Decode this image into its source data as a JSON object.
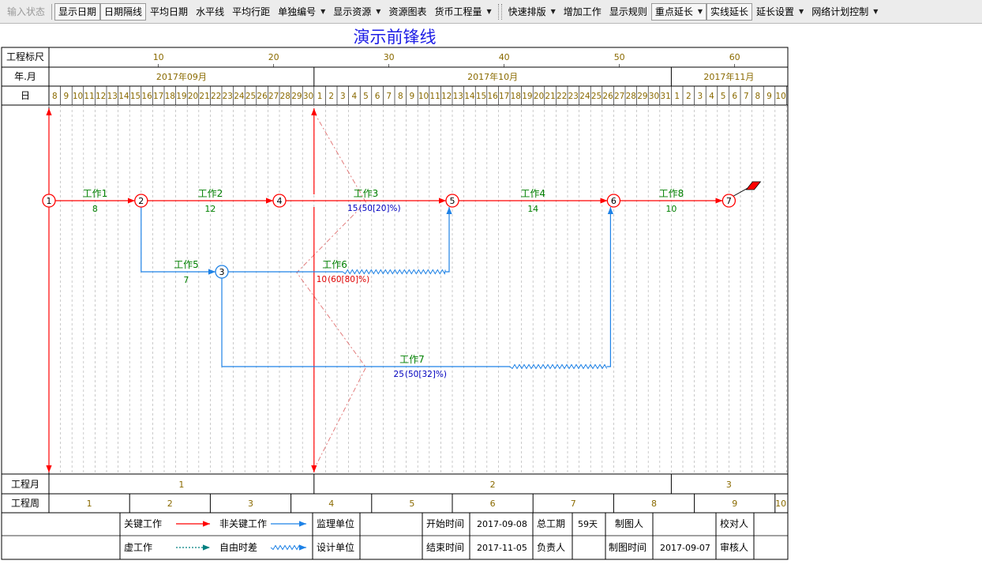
{
  "toolbar": {
    "items": [
      {
        "label": "输入状态",
        "disabled": true
      },
      {
        "label": "显示日期",
        "pressed": true
      },
      {
        "label": "日期隔线",
        "pressed": true
      },
      {
        "label": "平均日期"
      },
      {
        "label": "水平线"
      },
      {
        "label": "平均行距"
      },
      {
        "label": "单独编号",
        "dropdown": true
      },
      {
        "label": "显示资源",
        "dropdown": true
      },
      {
        "label": "资源图表"
      },
      {
        "label": "货币工程量",
        "dropdown": true
      },
      {
        "label": "快速排版",
        "dropdown": true,
        "grip_before": true
      },
      {
        "label": "增加工作"
      },
      {
        "label": "显示规则"
      },
      {
        "label": "重点延长",
        "dropdown": true,
        "pressed": true
      },
      {
        "label": "实线延长",
        "pressed": true
      },
      {
        "label": "延长设置",
        "dropdown": true
      },
      {
        "label": "网络计划控制",
        "dropdown": true
      }
    ]
  },
  "diagram": {
    "title": "演示前锋线",
    "row_labels": {
      "scale": "工程标尺",
      "month": "年.月",
      "day": "日",
      "proj_month": "工程月",
      "proj_week": "工程周"
    },
    "scale_ticks": [
      "10",
      "20",
      "30",
      "40",
      "50",
      "60"
    ],
    "months": [
      "2017年09月",
      "2017年10月",
      "2017年11月"
    ],
    "day_numbers": [
      8,
      9,
      10,
      11,
      12,
      13,
      14,
      15,
      16,
      17,
      18,
      19,
      20,
      21,
      22,
      23,
      24,
      25,
      26,
      27,
      28,
      29,
      30,
      1,
      2,
      3,
      4,
      5,
      6,
      7,
      8,
      9,
      10,
      11,
      12,
      13,
      14,
      15,
      16,
      17,
      18,
      19,
      20,
      21,
      22,
      23,
      24,
      25,
      26,
      27,
      28,
      29,
      30,
      31,
      1,
      2,
      3,
      4,
      5,
      6,
      7,
      8,
      9,
      10
    ],
    "proj_months": [
      "1",
      "2",
      "3"
    ],
    "proj_weeks": [
      "1",
      "2",
      "3",
      "4",
      "5",
      "6",
      "7",
      "8",
      "9",
      "10"
    ],
    "nodes": [
      {
        "id": "1",
        "day": 0,
        "row": 1,
        "type": "critical"
      },
      {
        "id": "2",
        "day": 8,
        "row": 1,
        "type": "critical"
      },
      {
        "id": "4",
        "day": 20,
        "row": 1,
        "type": "critical"
      },
      {
        "id": "5",
        "day": 35,
        "row": 1,
        "type": "critical"
      },
      {
        "id": "6",
        "day": 49,
        "row": 1,
        "type": "critical"
      },
      {
        "id": "7",
        "day": 59,
        "row": 1,
        "type": "critical"
      },
      {
        "id": "3",
        "day": 15,
        "row": 2,
        "type": "noncritical"
      }
    ],
    "works": [
      {
        "name": "工作1",
        "duration": "8",
        "progress": ""
      },
      {
        "name": "工作2",
        "duration": "12",
        "progress": ""
      },
      {
        "name": "工作3",
        "duration": "15",
        "progress": "(50[20]%)"
      },
      {
        "name": "工作4",
        "duration": "14",
        "progress": ""
      },
      {
        "name": "工作8",
        "duration": "10",
        "progress": ""
      },
      {
        "name": "工作5",
        "duration": "7",
        "progress": ""
      },
      {
        "name": "工作6",
        "duration": "10",
        "progress": "(60[80]%)"
      },
      {
        "name": "工作7",
        "duration": "25",
        "progress": "(50[32]%)"
      }
    ],
    "legend": {
      "critical": "关键工作",
      "noncritical": "非关键工作",
      "dummy": "虚工作",
      "float": "自由时差"
    },
    "info": {
      "supervisor": "监理单位",
      "designer": "设计单位",
      "start_label": "开始时间",
      "start_value": "2017-09-08",
      "end_label": "结束时间",
      "end_value": "2017-11-05",
      "duration_label": "总工期",
      "duration_value": "59天",
      "owner_label": "负责人",
      "drafter_label": "制图人",
      "draw_time_label": "制图时间",
      "draw_time_value": "2017-09-07",
      "checker_label": "校对人",
      "reviewer_label": "审核人"
    },
    "colors": {
      "critical": "#ff0000",
      "noncritical": "#1e82e6",
      "label_green": "#008000",
      "progress_blue": "#0000c0",
      "progress_red": "#e00000",
      "header_text": "#8a6a00",
      "title": "#1e1ee6",
      "dummy": "#008080"
    }
  }
}
